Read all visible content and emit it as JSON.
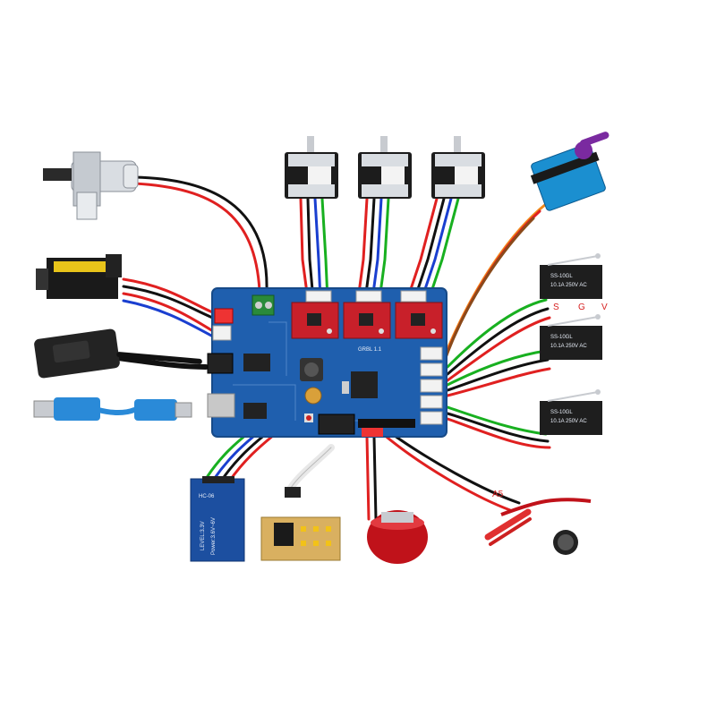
{
  "labels": {
    "limit_s": "S",
    "limit_g": "G",
    "limit_v": "V",
    "probe_pin": "A5"
  },
  "markings": {
    "switch_model": "SS-10GL",
    "switch_rating": "10.1A 250V AC",
    "bluetooth_model": "HC-06",
    "bluetooth_power": "Power:3.6V~6V",
    "bluetooth_level": "LEVEL:3.3V",
    "board_name": "GRBL 1.1"
  },
  "colors": {
    "board": "#1f5fae",
    "driver": "#c8202a",
    "wire_red": "#e02020",
    "wire_black": "#111111",
    "wire_blue": "#1a3fd0",
    "wire_green": "#18b020",
    "wire_orange": "#f08a1a",
    "wire_brown": "#8a4a1a"
  }
}
